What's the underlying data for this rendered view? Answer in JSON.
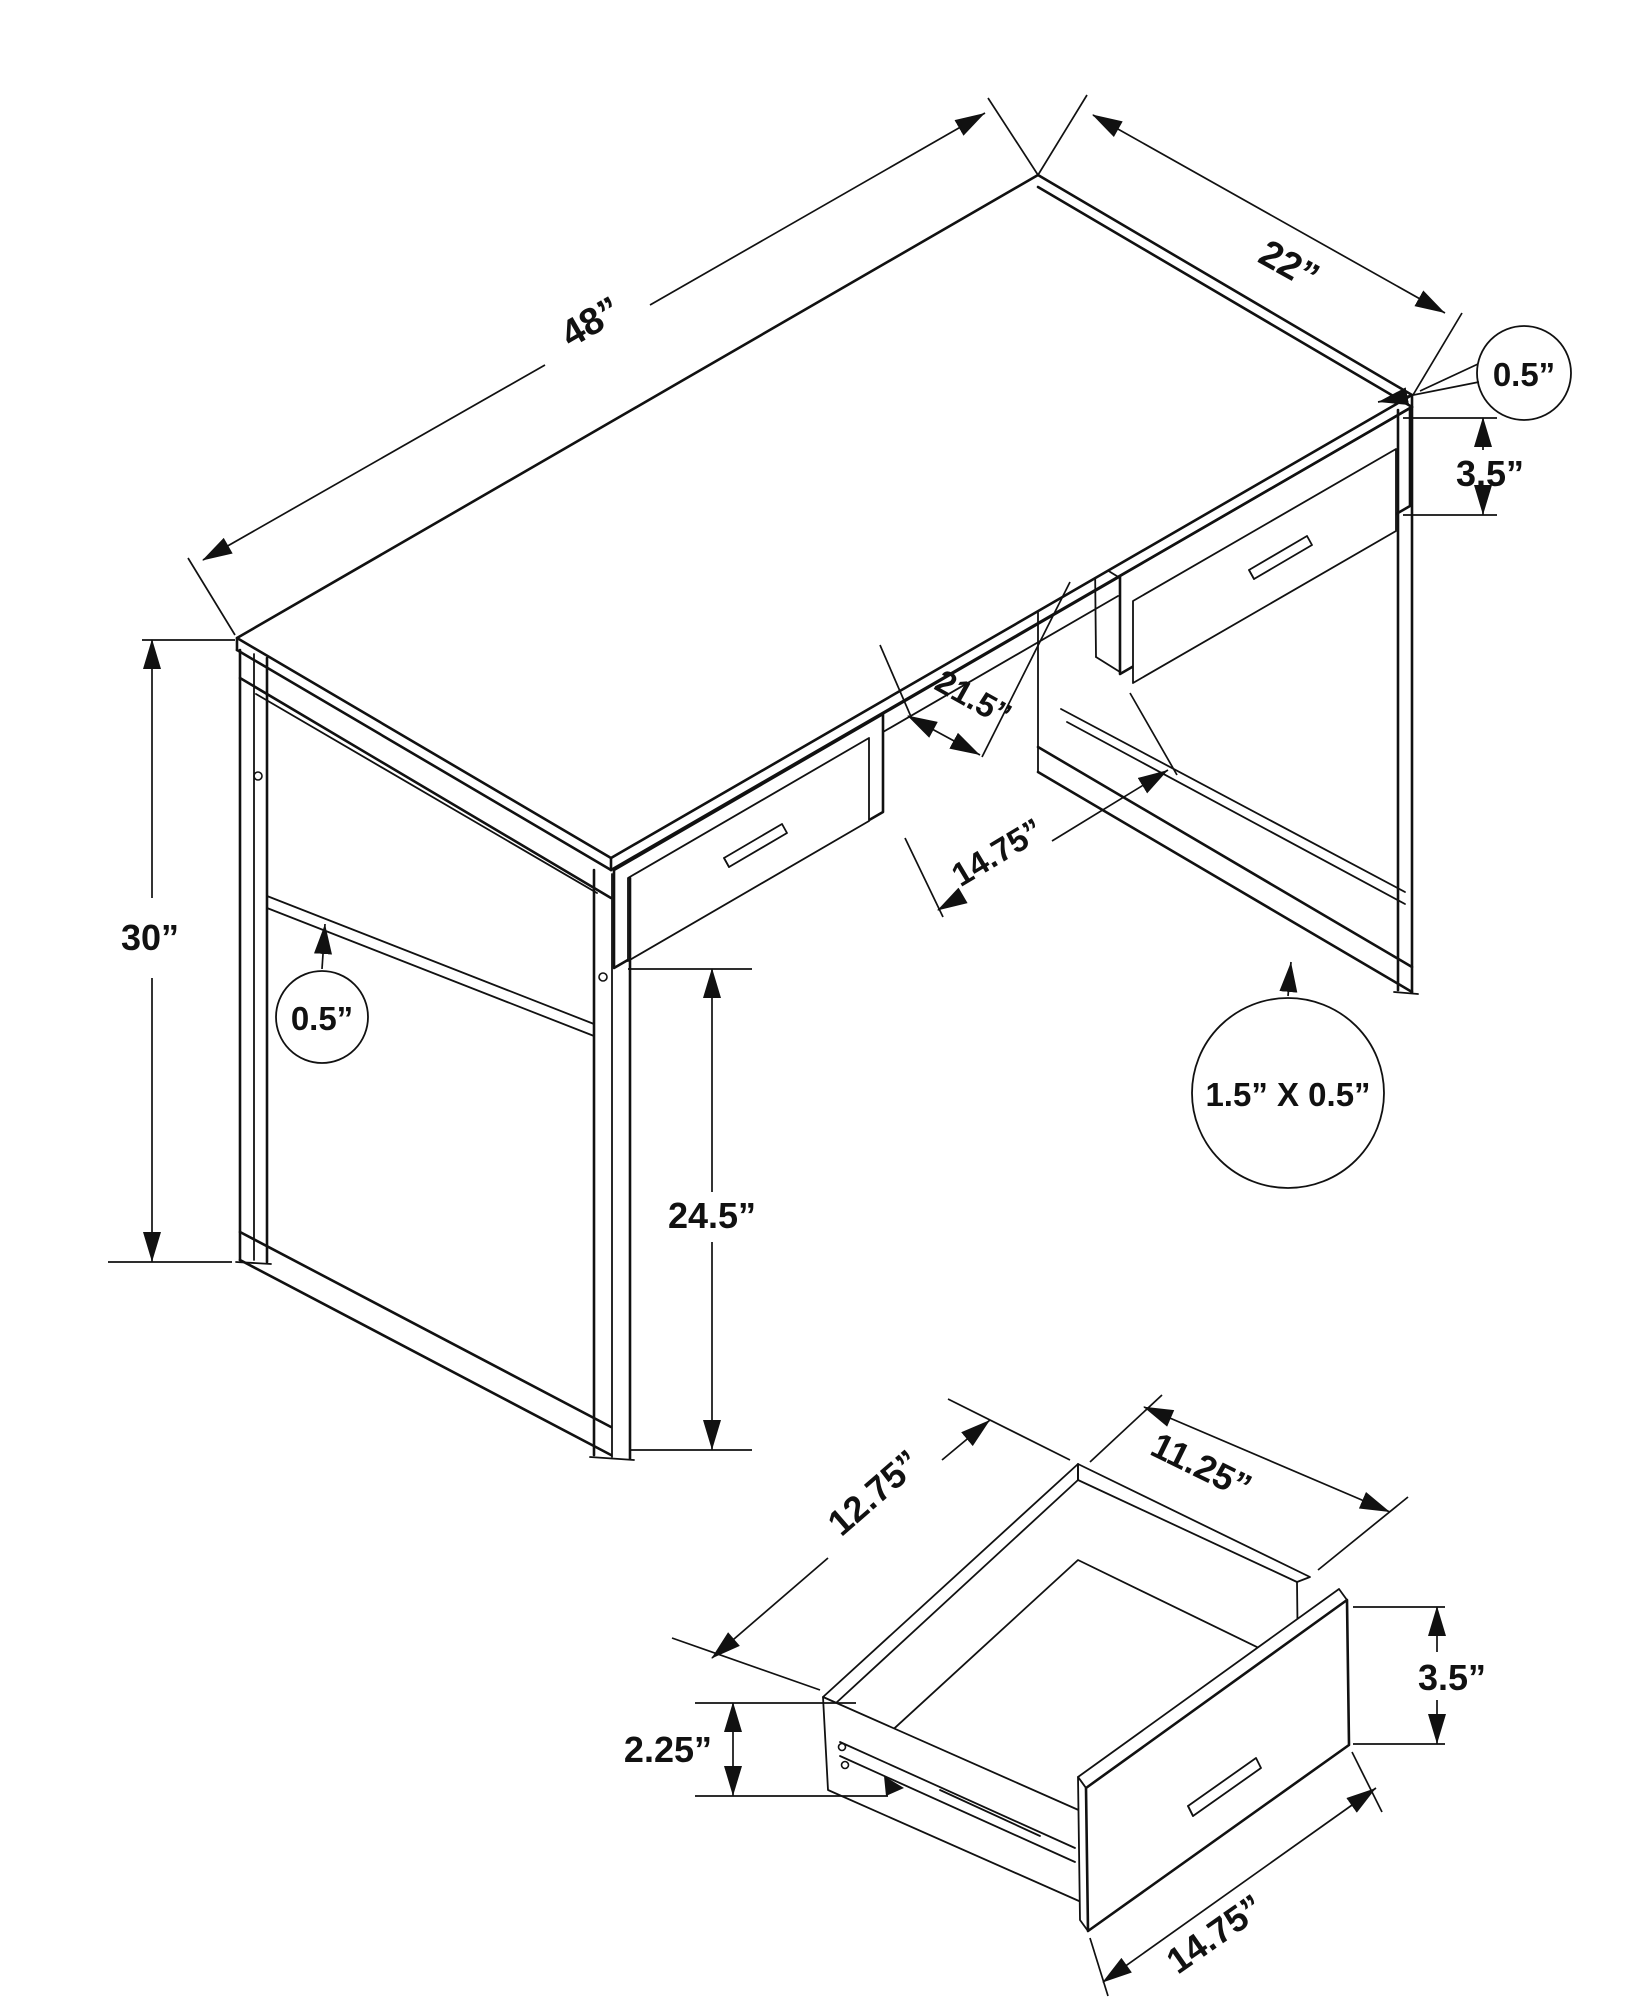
{
  "drawing": {
    "kind": "furniture-assembly-dimension-diagram",
    "units": "inches",
    "desk": {
      "width": "48”",
      "depth": "22”",
      "top_thickness": "0.5”",
      "drawer_face_height": "3.5”",
      "height": "30”",
      "panel_tube_thickness": "0.5”",
      "kneehole_depth": "21.5”",
      "kneehole_width": "14.75”",
      "leg_clearance": "24.5”",
      "frame_tube_size": "1.5” X 0.5”"
    },
    "drawer": {
      "depth": "12.75”",
      "inner_width": "11.25”",
      "side_height": "2.25”",
      "front_height": "3.5”",
      "front_width": "14.75”"
    }
  }
}
